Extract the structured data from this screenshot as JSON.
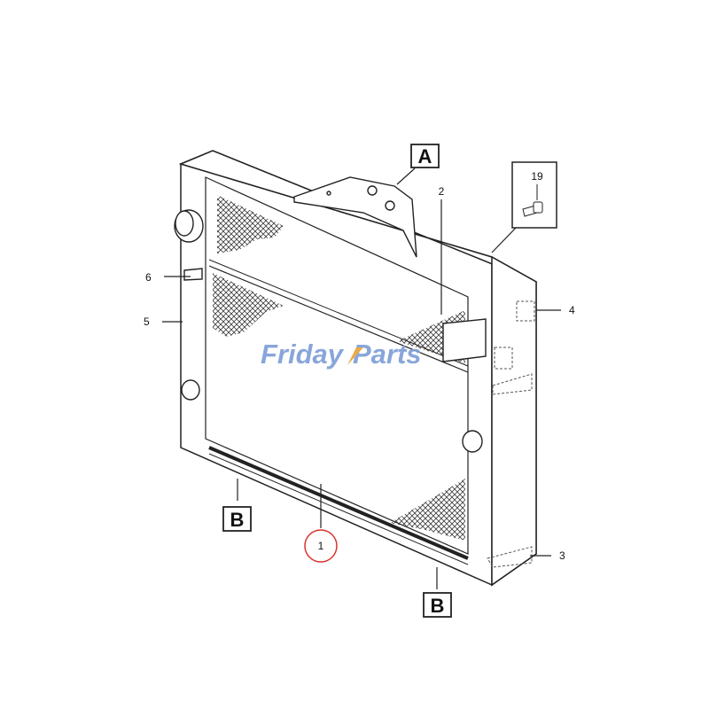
{
  "figure": {
    "watermark": {
      "part1": "Friday",
      "part2": "Parts",
      "color1": "#7f9fd8",
      "color2": "#7f9fd8",
      "accent": "#e8a33a"
    },
    "callouts": [
      {
        "id": "1",
        "text": "1",
        "circled": true,
        "circle_color": "#d9342b"
      },
      {
        "id": "2",
        "text": "2"
      },
      {
        "id": "3",
        "text": "3"
      },
      {
        "id": "4",
        "text": "4"
      },
      {
        "id": "5",
        "text": "5"
      },
      {
        "id": "6",
        "text": "6"
      },
      {
        "id": "19",
        "text": "19"
      }
    ],
    "views": [
      {
        "id": "A",
        "text": "A"
      },
      {
        "id": "B1",
        "text": "B"
      },
      {
        "id": "B2",
        "text": "B"
      }
    ]
  }
}
